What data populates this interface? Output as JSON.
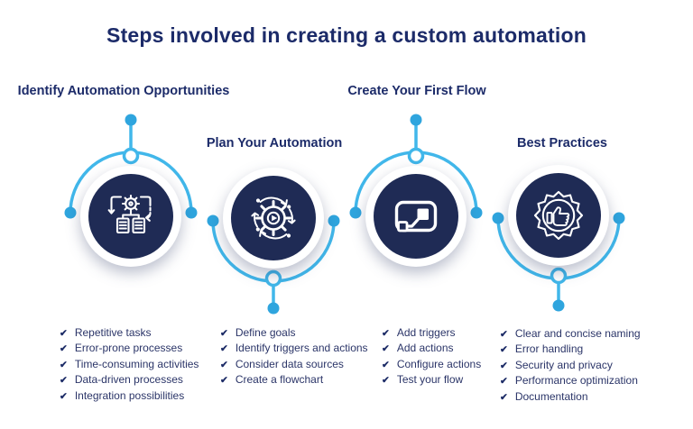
{
  "title": "Steps involved in creating a custom automation",
  "bullet_glyph": "✔",
  "colors": {
    "title_navy": "#1c2b69",
    "circle_navy": "#1f2b55",
    "connector_blue": "#41b7ea",
    "connector_dot_blue": "#2fa5de",
    "icon_stroke": "#ffffff",
    "background": "#ffffff"
  },
  "steps": [
    {
      "heading": "Identify Automation Opportunities",
      "icon": "workflow-documents-gear-icon",
      "connector": "arc-up-with-stem",
      "items": [
        "Repetitive tasks",
        "Error-prone processes",
        "Time-consuming activities",
        "Data-driven processes",
        "Integration possibilities"
      ]
    },
    {
      "heading": "Plan Your Automation",
      "icon": "gear-play-cycle-icon",
      "connector": "arc-down-with-stem",
      "items": [
        "Define goals",
        "Identify triggers and actions",
        "Consider data sources",
        "Create a flowchart"
      ]
    },
    {
      "heading": "Create Your First Flow",
      "icon": "power-automate-flow-icon",
      "connector": "arc-up-with-stem",
      "items": [
        "Add triggers",
        "Add actions",
        "Configure actions",
        "Test your flow"
      ]
    },
    {
      "heading": "Best Practices",
      "icon": "thumbs-up-badge-icon",
      "connector": "arc-down-with-stem",
      "items": [
        "Clear and concise naming",
        "Error handling",
        "Security and privacy",
        "Performance optimization",
        "Documentation"
      ]
    }
  ]
}
